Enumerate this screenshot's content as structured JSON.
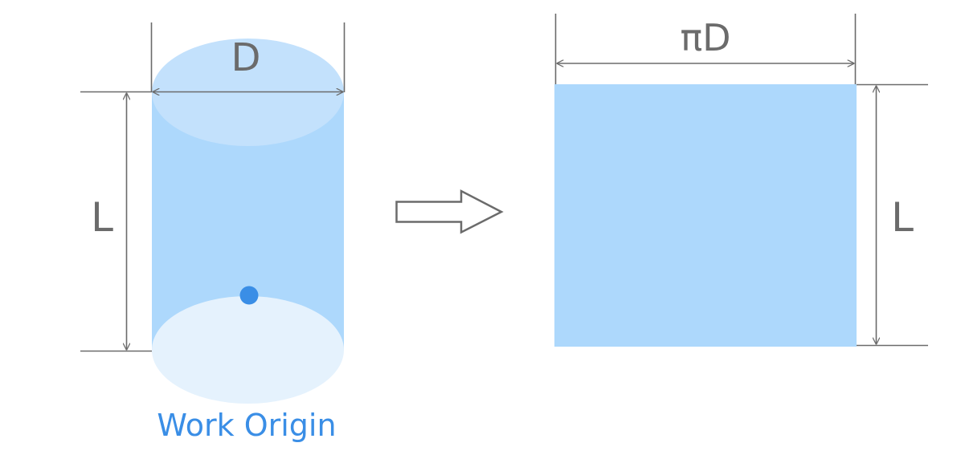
{
  "cylinder": {
    "diameter_label": "D",
    "length_label": "L",
    "origin_caption": "Work Origin"
  },
  "unwrapped": {
    "width_label": "πD",
    "height_label": "L"
  },
  "colors": {
    "surface": "#add8fc",
    "top_face": "#c3e1fc",
    "bottom_face": "#e5f2fd",
    "origin_dot": "#3a8ee6",
    "dimension_lines": "#6b6b6b"
  }
}
